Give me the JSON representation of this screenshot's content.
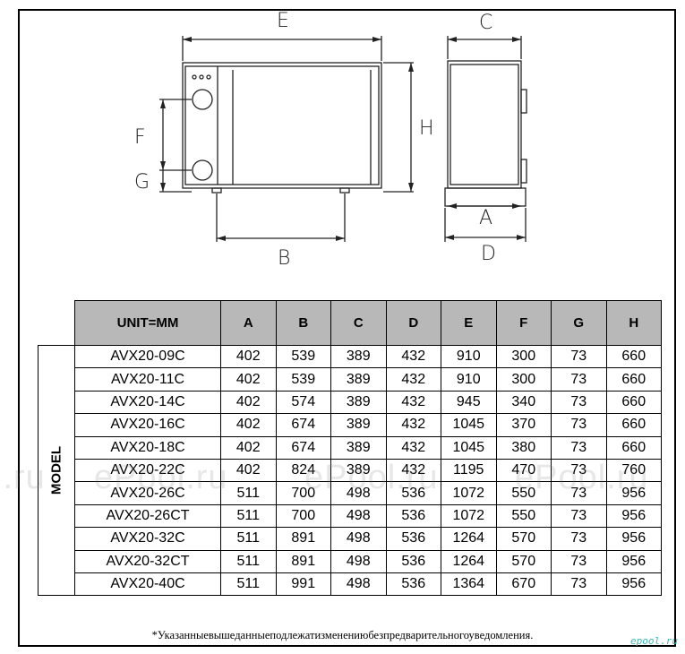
{
  "dimensions": {
    "E": "E",
    "C": "C",
    "F": "F",
    "G": "G",
    "H": "H",
    "A": "A",
    "B": "B",
    "D": "D"
  },
  "table": {
    "headers": [
      "UNIT=MM",
      "A",
      "B",
      "C",
      "D",
      "E",
      "F",
      "G",
      "H"
    ],
    "row_group_label": "MODEL",
    "rows": [
      [
        "AVX20-09C",
        "402",
        "539",
        "389",
        "432",
        "910",
        "300",
        "73",
        "660"
      ],
      [
        "AVX20-11C",
        "402",
        "539",
        "389",
        "432",
        "910",
        "300",
        "73",
        "660"
      ],
      [
        "AVX20-14C",
        "402",
        "574",
        "389",
        "432",
        "945",
        "340",
        "73",
        "660"
      ],
      [
        "AVX20-16C",
        "402",
        "674",
        "389",
        "432",
        "1045",
        "370",
        "73",
        "660"
      ],
      [
        "AVX20-18C",
        "402",
        "674",
        "389",
        "432",
        "1045",
        "380",
        "73",
        "660"
      ],
      [
        "AVX20-22C",
        "402",
        "824",
        "389",
        "432",
        "1195",
        "470",
        "73",
        "760"
      ],
      [
        "AVX20-26C",
        "511",
        "700",
        "498",
        "536",
        "1072",
        "550",
        "73",
        "956"
      ],
      [
        "AVX20-26CT",
        "511",
        "700",
        "498",
        "536",
        "1072",
        "550",
        "73",
        "956"
      ],
      [
        "AVX20-32C",
        "511",
        "891",
        "498",
        "536",
        "1264",
        "570",
        "73",
        "956"
      ],
      [
        "AVX20-32CT",
        "511",
        "891",
        "498",
        "536",
        "1264",
        "570",
        "73",
        "956"
      ],
      [
        "AVX20-40C",
        "511",
        "991",
        "498",
        "536",
        "1364",
        "670",
        "73",
        "956"
      ]
    ]
  },
  "footnote": "*Указанныевышеданныеподлежатизменениюбезпредварительногоуведомления.",
  "watermarks": [
    "l.ru",
    "ePool.ru",
    "ePool.ru",
    "ePool.ru"
  ],
  "logo": "epool.ru"
}
